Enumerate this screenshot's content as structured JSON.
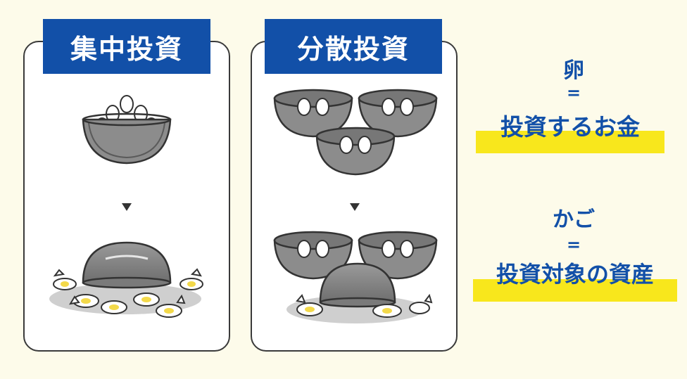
{
  "left": {
    "title": "集中投資"
  },
  "right": {
    "title": "分散投資"
  },
  "legend": {
    "egg": "卵",
    "eq1": "=",
    "egg_meaning": "投資するお金",
    "basket": "かご",
    "eq2": "=",
    "basket_meaning": "投資対象の資産"
  },
  "colors": {
    "title_bg": "#1250a8",
    "text_blue": "#1250a8",
    "highlight": "#f8e71c",
    "bowl": "#8c8c8c",
    "background": "#fdfbea"
  },
  "icons": [
    "down-arrow-icon",
    "egg-icon",
    "bowl-icon",
    "broken-egg-icon"
  ]
}
